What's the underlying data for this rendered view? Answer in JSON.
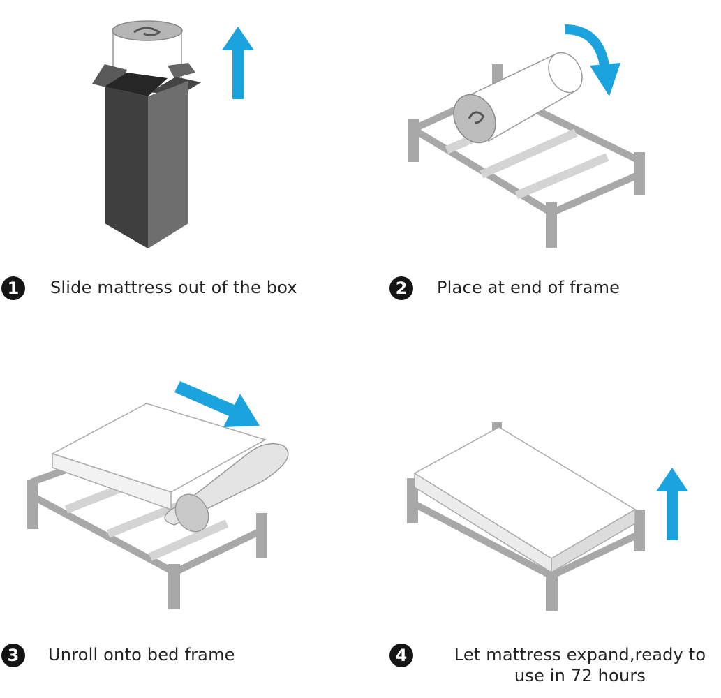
{
  "steps": [
    {
      "number": "1",
      "text": "Slide mattress out of the box"
    },
    {
      "number": "2",
      "text": "Place at end of frame"
    },
    {
      "number": "3",
      "text": "Unroll onto bed frame"
    },
    {
      "number": "4",
      "text": "Let mattress expand,ready to\nuse in 72 hours"
    }
  ],
  "colors": {
    "accent_arrow": "#1ba3dd",
    "frame_gray": "#a8a8a8",
    "box_dark": "#3f3f3f",
    "number_badge": "#141414"
  }
}
